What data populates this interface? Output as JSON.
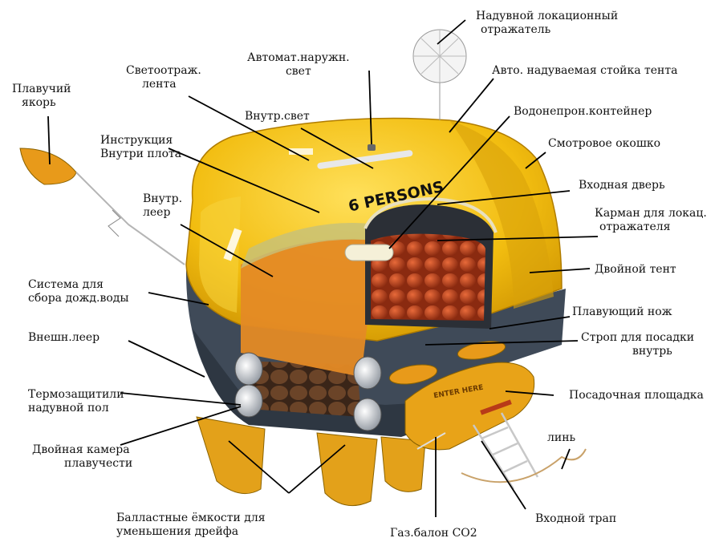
{
  "diagram": {
    "boat_text": "6 PERSONS",
    "platform_text": "ENTER HERE",
    "colors": {
      "canopy": "#f2bd10",
      "canopy_dark": "#c98e00",
      "tube": "#3f4a58",
      "cushion": "#b83a18",
      "floor": "#e48a25",
      "ballast": "#e3a11a"
    },
    "labels": {
      "reflector": [
        "Надувной локационный",
        "отражатель"
      ],
      "outer_light": [
        "Автомат.наружн.",
        "свет"
      ],
      "reflective_tape": [
        "Светоотраж.",
        "лента"
      ],
      "sea_anchor": [
        "Плавучий",
        "якорь"
      ],
      "canopy_arch": [
        "Авто. надуваемая стойка тента"
      ],
      "waterproof_container": [
        "Водонепрон.контейнер"
      ],
      "inner_light": [
        "Внутр.свет"
      ],
      "instructions": [
        "Инструкция",
        "Внутри плота"
      ],
      "viewing_window": [
        "Смотровое окошко"
      ],
      "entrance": [
        "Входная дверь"
      ],
      "inner_line": [
        "Внутр.",
        "леер"
      ],
      "reflector_pocket": [
        "Карман для локац.",
        "отражателя"
      ],
      "double_canopy": [
        "Двойной  тент"
      ],
      "rain_collection": [
        "Система для",
        "сбора дожд.воды"
      ],
      "floating_knife": [
        "Плавующий нож"
      ],
      "outer_line": [
        "Внешн.леер"
      ],
      "boarding_strap": [
        "Строп для посадки",
        "внутрь"
      ],
      "insulated_floor": [
        "Термозащитили",
        "надувной пол"
      ],
      "boarding_platform": [
        "Посадочная площадка"
      ],
      "double_chamber": [
        "Двойная камера",
        "плавучести"
      ],
      "line": [
        "линь"
      ],
      "ballast": [
        "Балластные ёмкости для",
        "уменьшения дрейфа"
      ],
      "co2": [
        "Газ.балон CO2"
      ],
      "ladder": [
        "Входной трап"
      ]
    }
  }
}
